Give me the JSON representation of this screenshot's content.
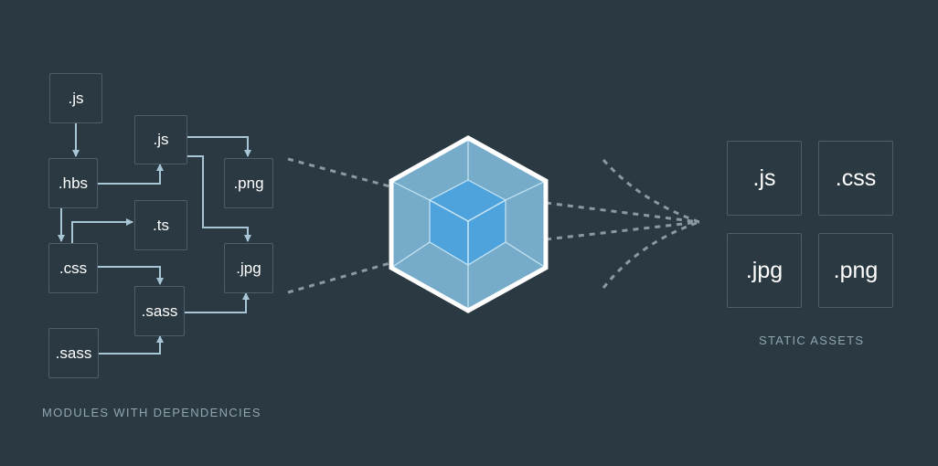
{
  "modules": [
    ".js",
    ".js",
    ".hbs",
    ".png",
    ".ts",
    ".css",
    ".jpg",
    ".sass",
    ".sass"
  ],
  "modules_caption": "MODULES WITH DEPENDENCIES",
  "assets": [
    ".js",
    ".css",
    ".jpg",
    ".png"
  ],
  "assets_caption": "STATIC ASSETS",
  "colors": {
    "background": "#2b3a42",
    "arrow": "#a9c6d6",
    "cube_outer": "#8ed6fb",
    "cube_inner": "#1c78c0"
  }
}
